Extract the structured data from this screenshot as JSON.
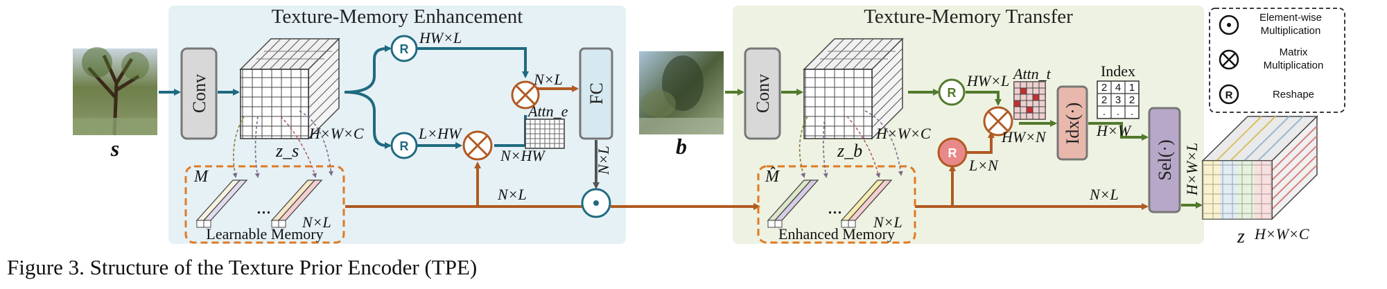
{
  "panels": {
    "left_title": "Texture-Memory Enhancement",
    "right_title": "Texture-Memory Transfer"
  },
  "inputs": {
    "s_label": "s",
    "b_label": "b"
  },
  "blocks": {
    "conv": "Conv",
    "fc": "FC",
    "idx": "Idx(·)",
    "sel": "Sel(·)"
  },
  "labels": {
    "hwl": "HW×L",
    "lhw": "L×HW",
    "nl": "N×L",
    "nhw": "N×HW",
    "hwc": "H×W×C",
    "zs": "z_s",
    "zb": "z_b",
    "attn_e": "Attn_e",
    "attn_t": "Attn_t",
    "lxn": "L×N",
    "hwn": "HW×N",
    "hw": "H×W",
    "hwl2": "H×W×L",
    "z_out": "z",
    "index": "Index",
    "memory_m": "M",
    "memory_m_hat": "M̂",
    "dots": "..."
  },
  "memory": {
    "learnable": "Learnable Memory",
    "enhanced": "Enhanced Memory"
  },
  "legend": {
    "elementwise": [
      "Element-wise",
      "Multiplication"
    ],
    "matrix": [
      "Matrix",
      "Multiplication"
    ],
    "reshape": "Reshape",
    "r_symbol": "R"
  },
  "index_grid": [
    [
      "2",
      "4",
      "1"
    ],
    [
      "2",
      "3",
      "2"
    ],
    [
      ".",
      ".",
      "."
    ]
  ],
  "caption": "Figure 3. Structure of the Texture Prior Encoder (TPE)",
  "colors": {
    "teal": "#1f6a80",
    "green": "#52792c",
    "orange": "#b05a22",
    "left_bg": "#e6f1f6",
    "right_bg": "#eef2e2",
    "conv_fill": "#d8d8d8",
    "fc_fill": "#d6e8f0",
    "idx_fill": "#e8b8ac",
    "sel_fill": "#b7a8c9"
  }
}
